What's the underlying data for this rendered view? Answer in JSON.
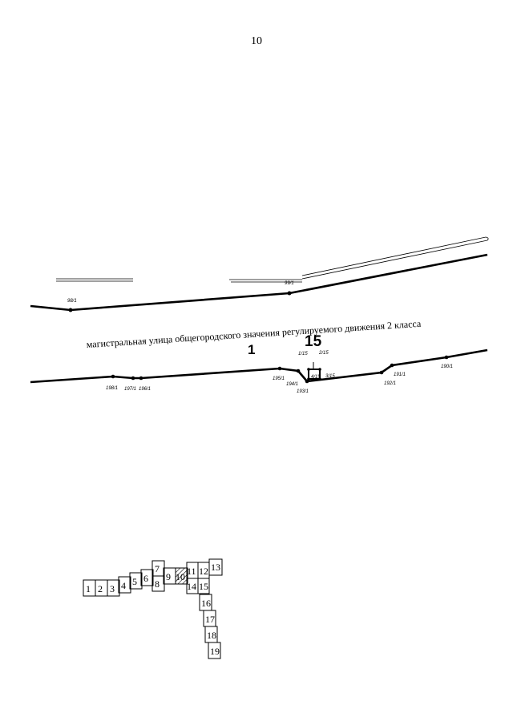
{
  "page_number": "10",
  "street_label": "магистральная улица общегородского значения регулируемого движения 2 класса",
  "zone_labels": {
    "main": "1",
    "parcel": "15"
  },
  "top_line_points": [
    "98/1",
    "99/1"
  ],
  "bottom_line_points": [
    "198/1",
    "197/1",
    "196/1",
    "195/1",
    "194/1",
    "193/1",
    "192/1",
    "191/1",
    "190/1"
  ],
  "parcel_points": [
    "1/15",
    "2/15",
    "3/15",
    "4/15"
  ],
  "index_sheets": [
    "1",
    "2",
    "3",
    "4",
    "5",
    "6",
    "7",
    "8",
    "9",
    "10",
    "11",
    "12",
    "13",
    "14",
    "15",
    "16",
    "17",
    "18",
    "19"
  ],
  "highlighted_sheet": "10"
}
